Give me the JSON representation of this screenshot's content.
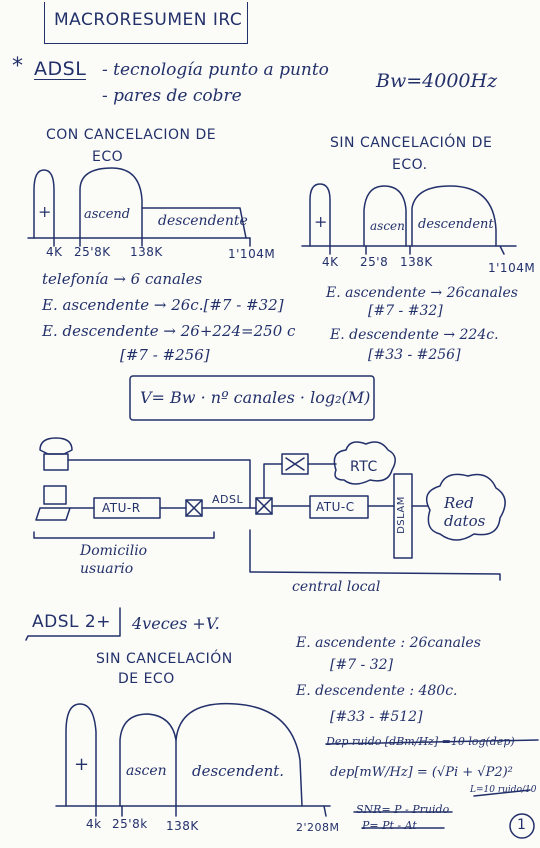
{
  "title": "MACRORESUMEN IRC",
  "adsl": {
    "star": "*",
    "heading": "ADSL",
    "point1": "- tecnología punto a punto",
    "point2": "- pares de cobre",
    "bw": "Bw=4000Hz"
  },
  "con_cancelacion": {
    "heading_line1": "CON CANCELACION DE",
    "heading_line2": "ECO",
    "band_plus": "+",
    "band_ascend": "ascend",
    "band_descend": "descendente",
    "ticks": [
      "4K",
      "25'8K",
      "138K",
      "1'104M"
    ]
  },
  "sin_cancelacion": {
    "heading_line1": "SIN CANCELACIÓN DE",
    "heading_line2": "ECO.",
    "band_plus": "+",
    "band_ascend": "ascen",
    "band_descend": "descendent",
    "ticks": [
      "4K",
      "25'8",
      "138K",
      "1'104M"
    ]
  },
  "notes_left": {
    "telefonia": "telefonía → 6 canales",
    "asc": "E. ascendente → 26c.[#7 - #32]",
    "desc": "E. descendente → 26+224=250 c",
    "desc_range": "[#7 - #256]"
  },
  "notes_right": {
    "asc": "E. ascendente → 26canales",
    "asc_range": "[#7 - #32]",
    "desc": "E. descendente → 224c.",
    "desc_range": "[#33 - #256]"
  },
  "formula": "V= Bw · nº canales · log₂(M)",
  "network": {
    "atur": "ATU-R",
    "x_left": "X",
    "adsl_label": "ADSL",
    "x_right": "X",
    "x_top": "X",
    "rtc": "RTC",
    "atuc": "ATU-C",
    "dslam": "DSLAM",
    "red_line1": "Red",
    "red_line2": "datos",
    "domicilio_line1": "Domicilio",
    "domicilio_line2": "usuario",
    "central": "central local"
  },
  "adsl2": {
    "heading": "ADSL 2+",
    "note": "4veces +V.",
    "heading_line1": "SIN CANCELACIÓN",
    "heading_line2": "DE ECO",
    "band_plus": "+",
    "band_ascend": "ascen",
    "band_descend": "descendent.",
    "ticks": [
      "4k",
      "25'8k",
      "138K",
      "2'208M"
    ],
    "asc": "E. ascendente : 26canales",
    "asc_range": "[#7 - 32]",
    "desc": "E. descendente : 480c.",
    "desc_range": "[#33 - #512]",
    "struck1": "Dep ruido [dBm/Hz] =10 log(dep)",
    "dep": "dep[mW/Hz] = (√Pi + √P2)²",
    "struck2": "L=10 ruido/10",
    "struck3": "SNR= P - Pruido",
    "struck4": "P= Pt - At",
    "page_number": "1"
  }
}
